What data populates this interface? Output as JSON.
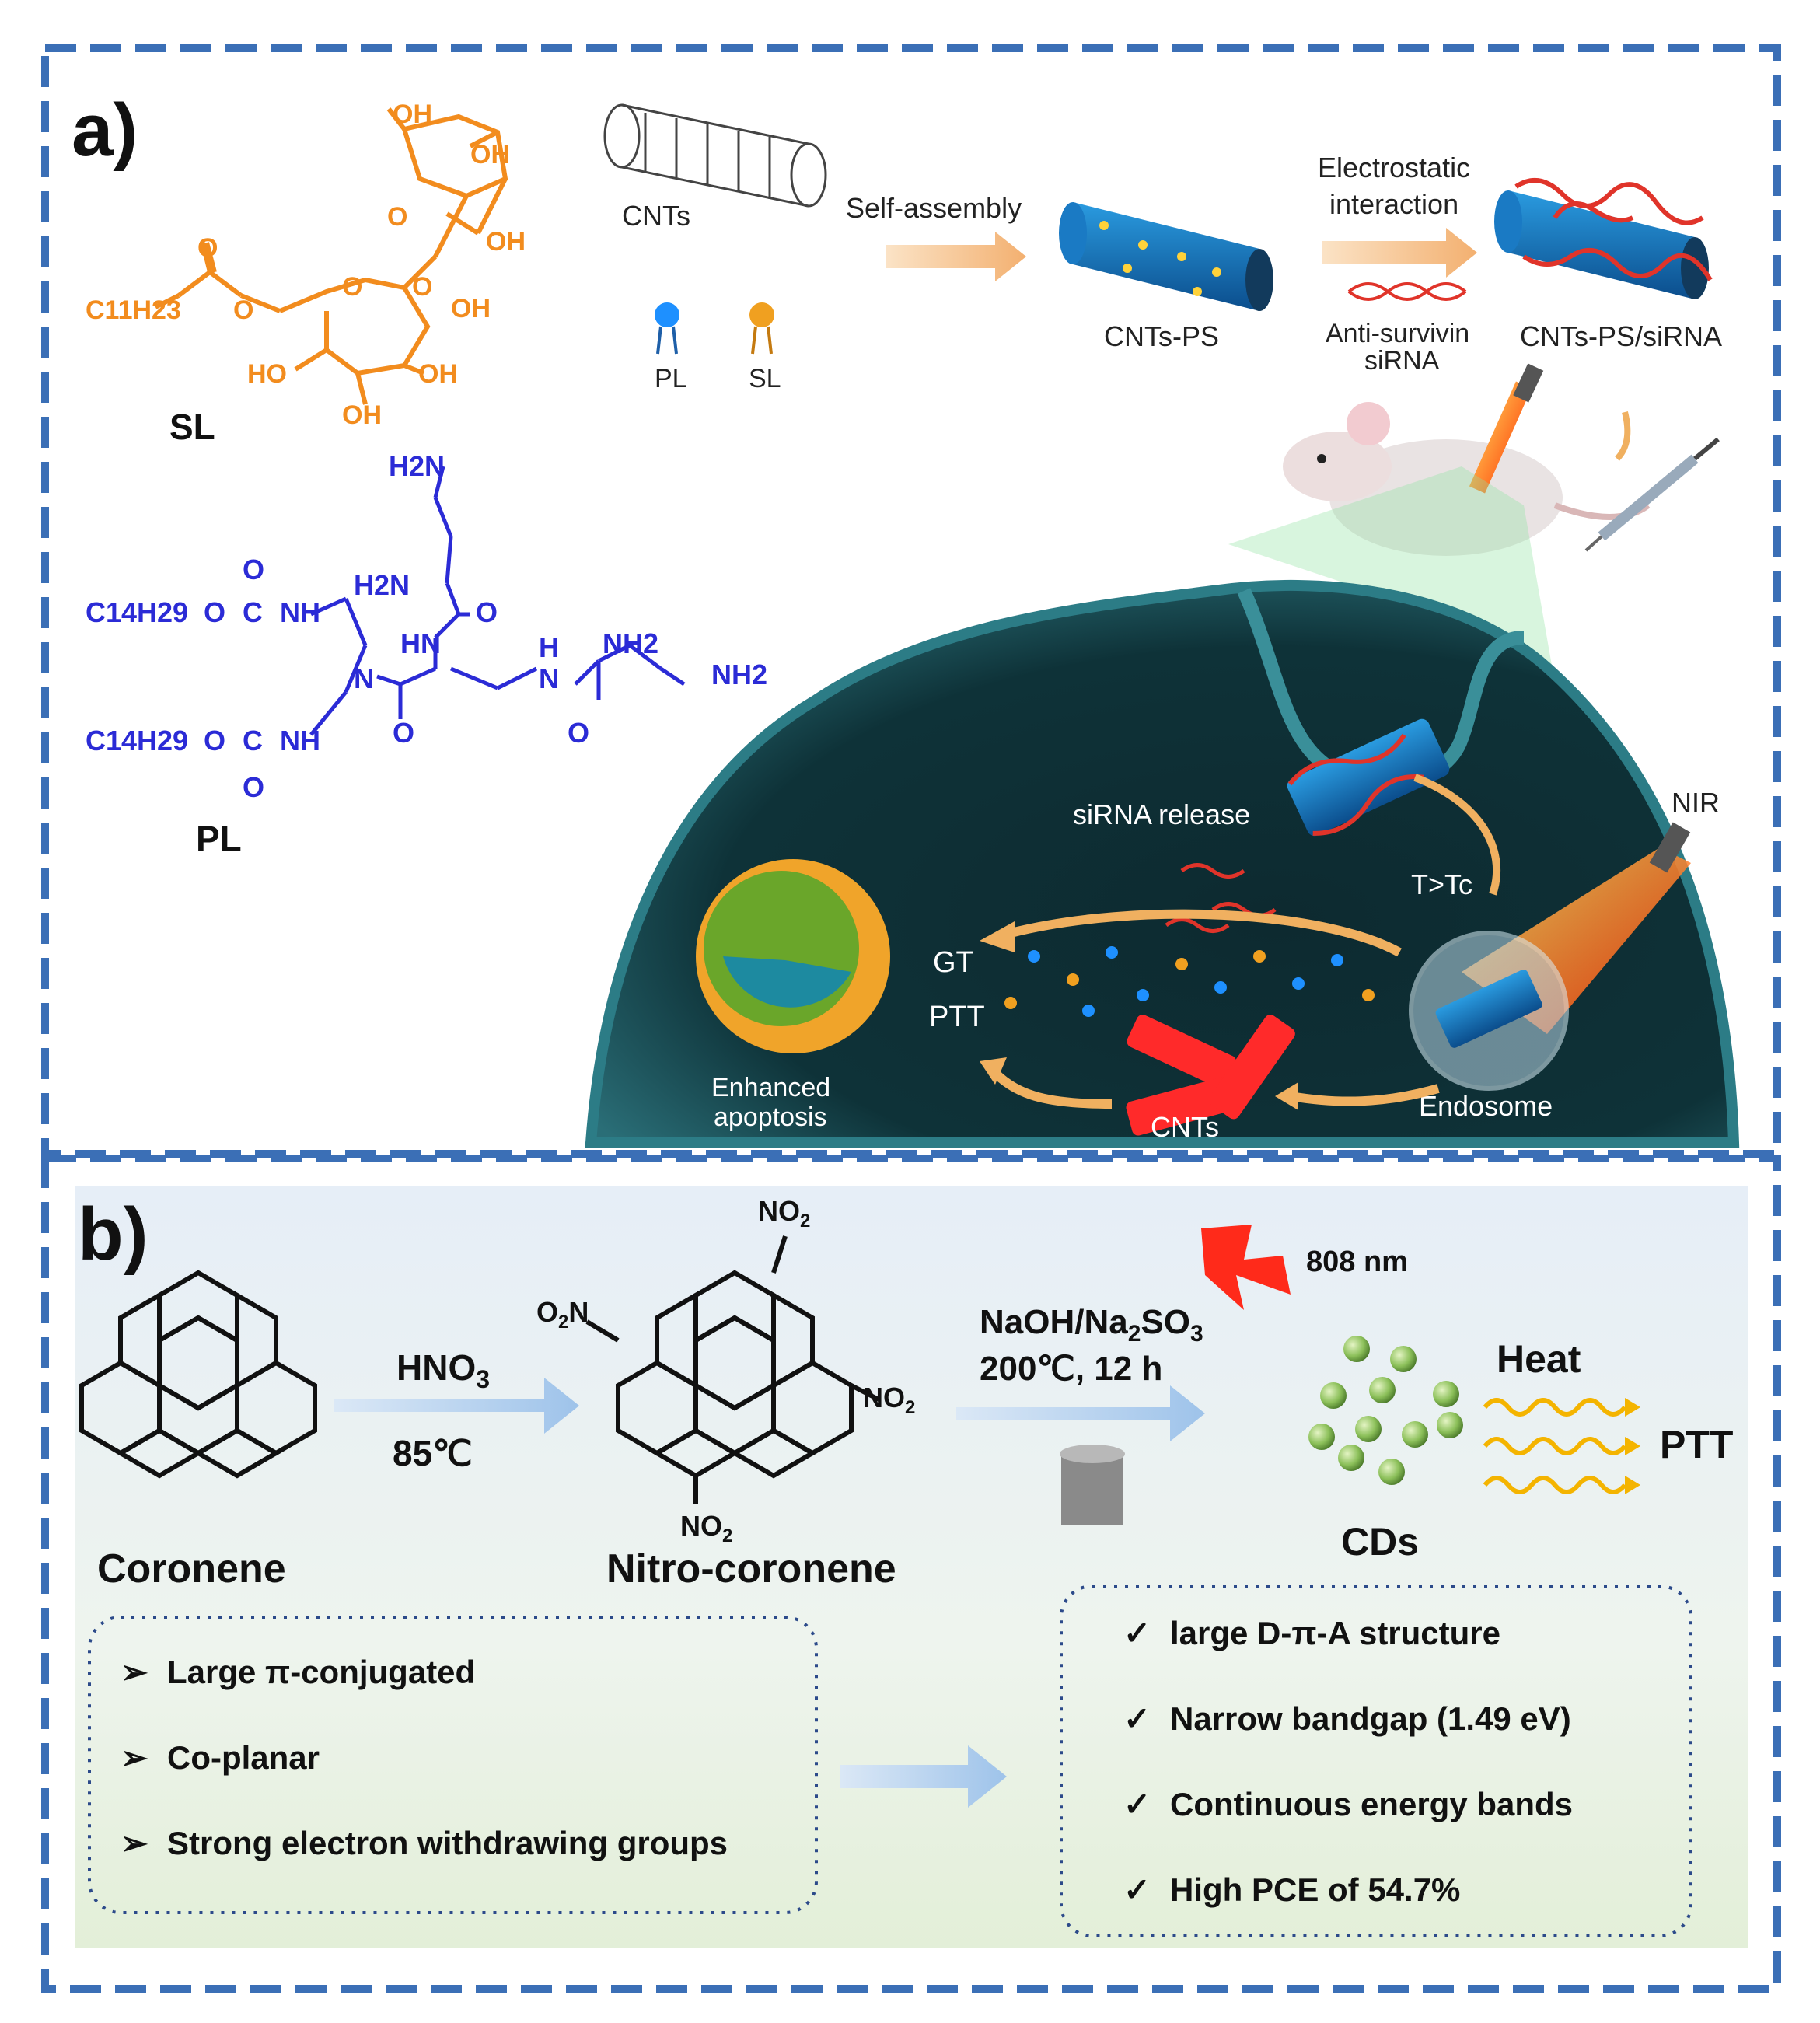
{
  "panel_a": {
    "label": "a)",
    "sl": {
      "name": "SL",
      "oh1": "OH",
      "oh2": "OH",
      "oh3": "OH",
      "oh4": "OH",
      "oh5": "HO",
      "oh6": "OH",
      "oh7": "OH",
      "o_ring1": "O",
      "o_ring2": "O",
      "o_link": "O",
      "o_carbonyl": "O",
      "o_ester": "O",
      "chain": "C11H23"
    },
    "pl": {
      "name": "PL",
      "chain1": "C14H29",
      "chain2": "C14H29",
      "o1": "O",
      "c1": "C",
      "nh1": "NH",
      "o1_top": "O",
      "o2": "O",
      "c2": "C",
      "nh2": "NH",
      "o2_bot": "O",
      "n_center": "N",
      "o_amide1": "O",
      "hn": "HN",
      "o_amide2": "O",
      "h2n_top": "H2N",
      "h2n_mid": "H2N",
      "h_n": "H",
      "n_amide": "N",
      "o_amide3": "O",
      "nh2_a": "NH2",
      "nh2_b": "NH2"
    },
    "labels": {
      "cnts": "CNTs",
      "pl_legend": "PL",
      "sl_legend": "SL",
      "self_assembly": "Self-assembly",
      "cnts_ps": "CNTs-PS",
      "electrostatic_1": "Electrostatic",
      "electrostatic_2": "interaction",
      "anti_survivin_1": "Anti-survivin",
      "anti_survivin_2": "siRNA",
      "cnts_ps_sirna": "CNTs-PS/siRNA",
      "sirna_release": "siRNA release",
      "t_tc": "T>Tc",
      "nir": "NIR",
      "gt": "GT",
      "ptt": "PTT",
      "enhanced_1": "Enhanced",
      "enhanced_2": "apoptosis",
      "cnts_bottom": "CNTs",
      "endosome": "Endosome"
    }
  },
  "panel_b": {
    "label": "b)",
    "coronene": "Coronene",
    "nitro_coronene": "Nitro-coronene",
    "reagent1": "HNO3",
    "temp1": "85℃",
    "reagent2": "NaOH/Na2SO3",
    "cond2": "200℃, 12 h",
    "no2_top": "NO2",
    "no2_left": "O2N",
    "no2_right": "NO2",
    "no2_bottom": "NO2",
    "laser": "808 nm",
    "heat": "Heat",
    "ptt": "PTT",
    "cds": "CDs",
    "features_left": [
      "Large π-conjugated",
      "Co-planar",
      "Strong electron withdrawing groups"
    ],
    "features_right": [
      "large D-π-A structure",
      "Narrow bandgap (1.49 eV)",
      "Continuous energy bands",
      "High PCE of 54.7%"
    ]
  },
  "colors": {
    "frame": "#3b6fb6",
    "sl": "#f28c1e",
    "pl": "#2b2bd6",
    "cell": "#1f5c66",
    "arrow": "#f0b060",
    "bg_b": "#e9f1f7"
  }
}
